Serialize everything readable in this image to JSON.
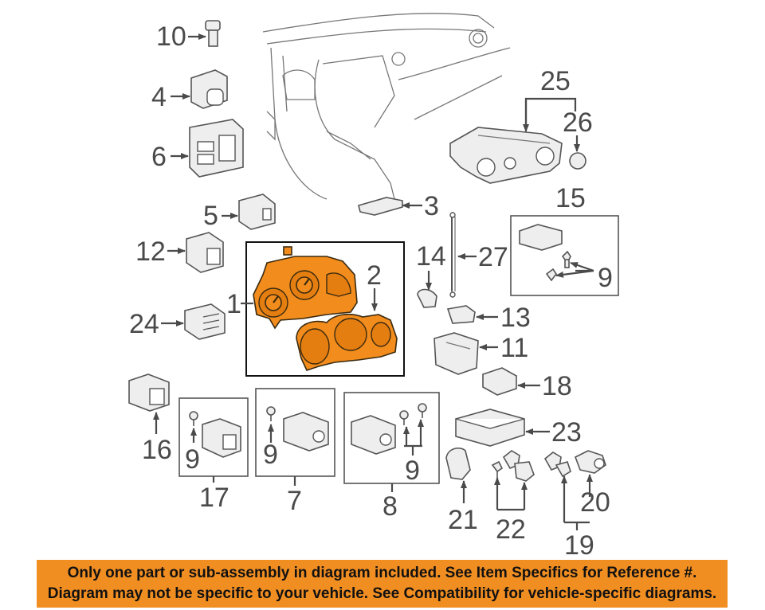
{
  "callouts": {
    "c1": "1",
    "c2": "2",
    "c3": "3",
    "c4": "4",
    "c5": "5",
    "c6": "6",
    "c7": "7",
    "c8": "8",
    "c10": "10",
    "c11": "11",
    "c12": "12",
    "c13": "13",
    "c14": "14",
    "c15": "15",
    "c16": "16",
    "c17": "17",
    "c18": "18",
    "c19": "19",
    "c20": "20",
    "c21": "21",
    "c22": "22",
    "c23": "23",
    "c24": "24",
    "c25": "25",
    "c26": "26",
    "c27": "27",
    "nine": "9"
  },
  "highlight_color": "#f28c1c",
  "banner": {
    "line1": "Only one part or sub-assembly in diagram included. See Item Specifics for Reference #.",
    "line2": "Diagram may not be specific to your vehicle. See Compatibility for vehicle-specific diagrams.",
    "background": "#f18e22"
  }
}
